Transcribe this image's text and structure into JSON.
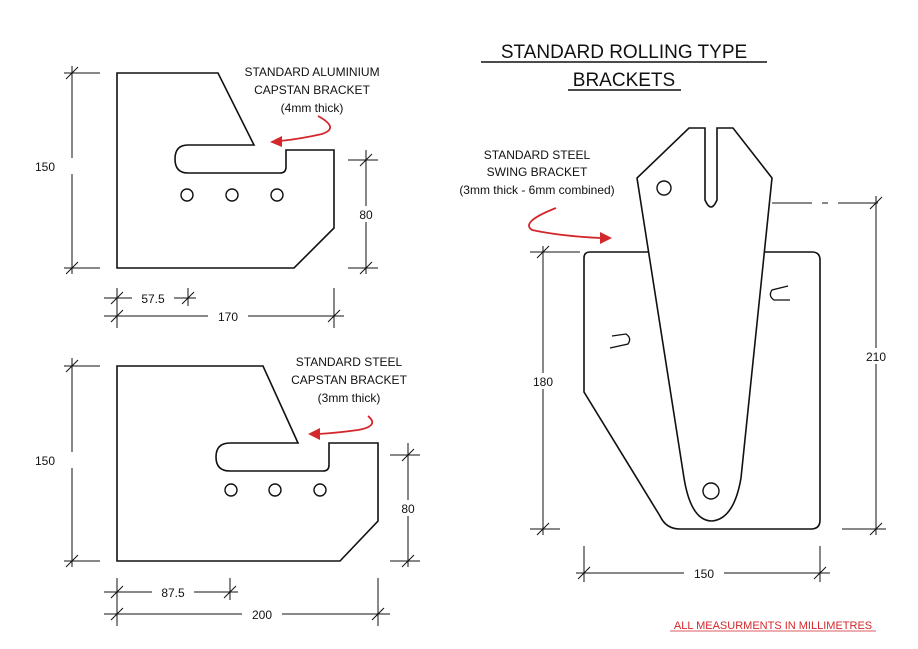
{
  "title": {
    "line1": "STANDARD ROLLING TYPE",
    "line2": "BRACKETS"
  },
  "aluminium_bracket": {
    "label_line1": "STANDARD ALUMINIUM",
    "label_line2": "CAPSTAN  BRACKET",
    "label_line3": "(4mm thick)",
    "dim_height": "150",
    "dim_slot_height": "80",
    "dim_slot_offset": "57.5",
    "dim_width": "170"
  },
  "steel_capstan_bracket": {
    "label_line1": "STANDARD STEEL",
    "label_line2": "CAPSTAN  BRACKET",
    "label_line3": "(3mm thick)",
    "dim_height": "150",
    "dim_slot_height": "80",
    "dim_slot_offset": "87.5",
    "dim_width": "200"
  },
  "swing_bracket": {
    "label_line1": "STANDARD STEEL",
    "label_line2": "SWING  BRACKET",
    "label_line3": "(3mm thick - 6mm combined)",
    "dim_plate_height": "180",
    "dim_total_height": "210",
    "dim_width": "150"
  },
  "footer_note": "ALL MEASURMENTS IN MILLIMETRES",
  "colors": {
    "ink": "#111111",
    "accent_red": "#d3272b",
    "background": "#ffffff"
  }
}
